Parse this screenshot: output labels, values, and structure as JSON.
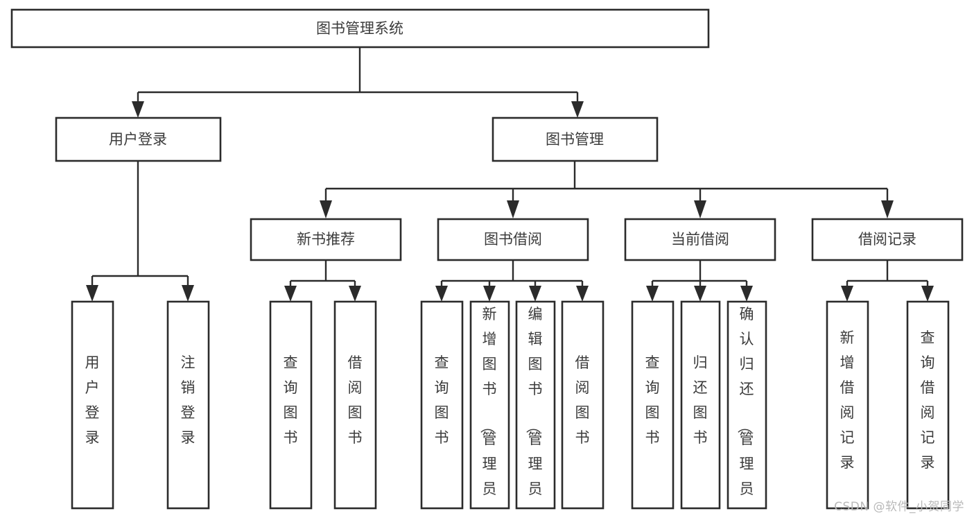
{
  "diagram": {
    "title": "图书管理系统",
    "type": "tree-hierarchy",
    "orientation": "top-down",
    "watermark": "CSDN @软件_小贺同学",
    "colors": {
      "box_fill": "#ffffff",
      "box_stroke": "#2b2b2b",
      "text": "#3b3b3b",
      "background": "#ffffff",
      "watermark": "#b9b9b9"
    }
  },
  "root": {
    "label": "图书管理系统"
  },
  "level2": [
    {
      "label": "用户登录"
    },
    {
      "label": "图书管理"
    }
  ],
  "level3": [
    {
      "label": "新书推荐"
    },
    {
      "label": "图书借阅"
    },
    {
      "label": "当前借阅"
    },
    {
      "label": "借阅记录"
    }
  ],
  "leaves": {
    "user_login": [
      {
        "label": "用户登录"
      },
      {
        "label": "注销登录"
      }
    ],
    "new_book_recommend": [
      {
        "label": "查询图书"
      },
      {
        "label": "借阅图书"
      }
    ],
    "book_borrow": [
      {
        "label": "查询图书"
      },
      {
        "label": "新增图书（管理员）"
      },
      {
        "label": "编辑图书（管理员）"
      },
      {
        "label": "借阅图书"
      }
    ],
    "current_borrow": [
      {
        "label": "查询图书"
      },
      {
        "label": "归还图书"
      },
      {
        "label": "确认归还（管理员）"
      }
    ],
    "borrow_record": [
      {
        "label": "新增借阅记录"
      },
      {
        "label": "查询借阅记录"
      }
    ]
  },
  "edges": [
    {
      "from": "图书管理系统",
      "to": "用户登录"
    },
    {
      "from": "图书管理系统",
      "to": "图书管理"
    },
    {
      "from": "用户登录",
      "to": "用户登录"
    },
    {
      "from": "用户登录",
      "to": "注销登录"
    },
    {
      "from": "图书管理",
      "to": "新书推荐"
    },
    {
      "from": "图书管理",
      "to": "图书借阅"
    },
    {
      "from": "图书管理",
      "to": "当前借阅"
    },
    {
      "from": "图书管理",
      "to": "借阅记录"
    },
    {
      "from": "新书推荐",
      "to": "查询图书"
    },
    {
      "from": "新书推荐",
      "to": "借阅图书"
    },
    {
      "from": "图书借阅",
      "to": "查询图书"
    },
    {
      "from": "图书借阅",
      "to": "新增图书（管理员）"
    },
    {
      "from": "图书借阅",
      "to": "编辑图书（管理员）"
    },
    {
      "from": "图书借阅",
      "to": "借阅图书"
    },
    {
      "from": "当前借阅",
      "to": "查询图书"
    },
    {
      "from": "当前借阅",
      "to": "归还图书"
    },
    {
      "from": "当前借阅",
      "to": "确认归还（管理员）"
    },
    {
      "from": "借阅记录",
      "to": "新增借阅记录"
    },
    {
      "from": "借阅记录",
      "to": "查询借阅记录"
    }
  ]
}
